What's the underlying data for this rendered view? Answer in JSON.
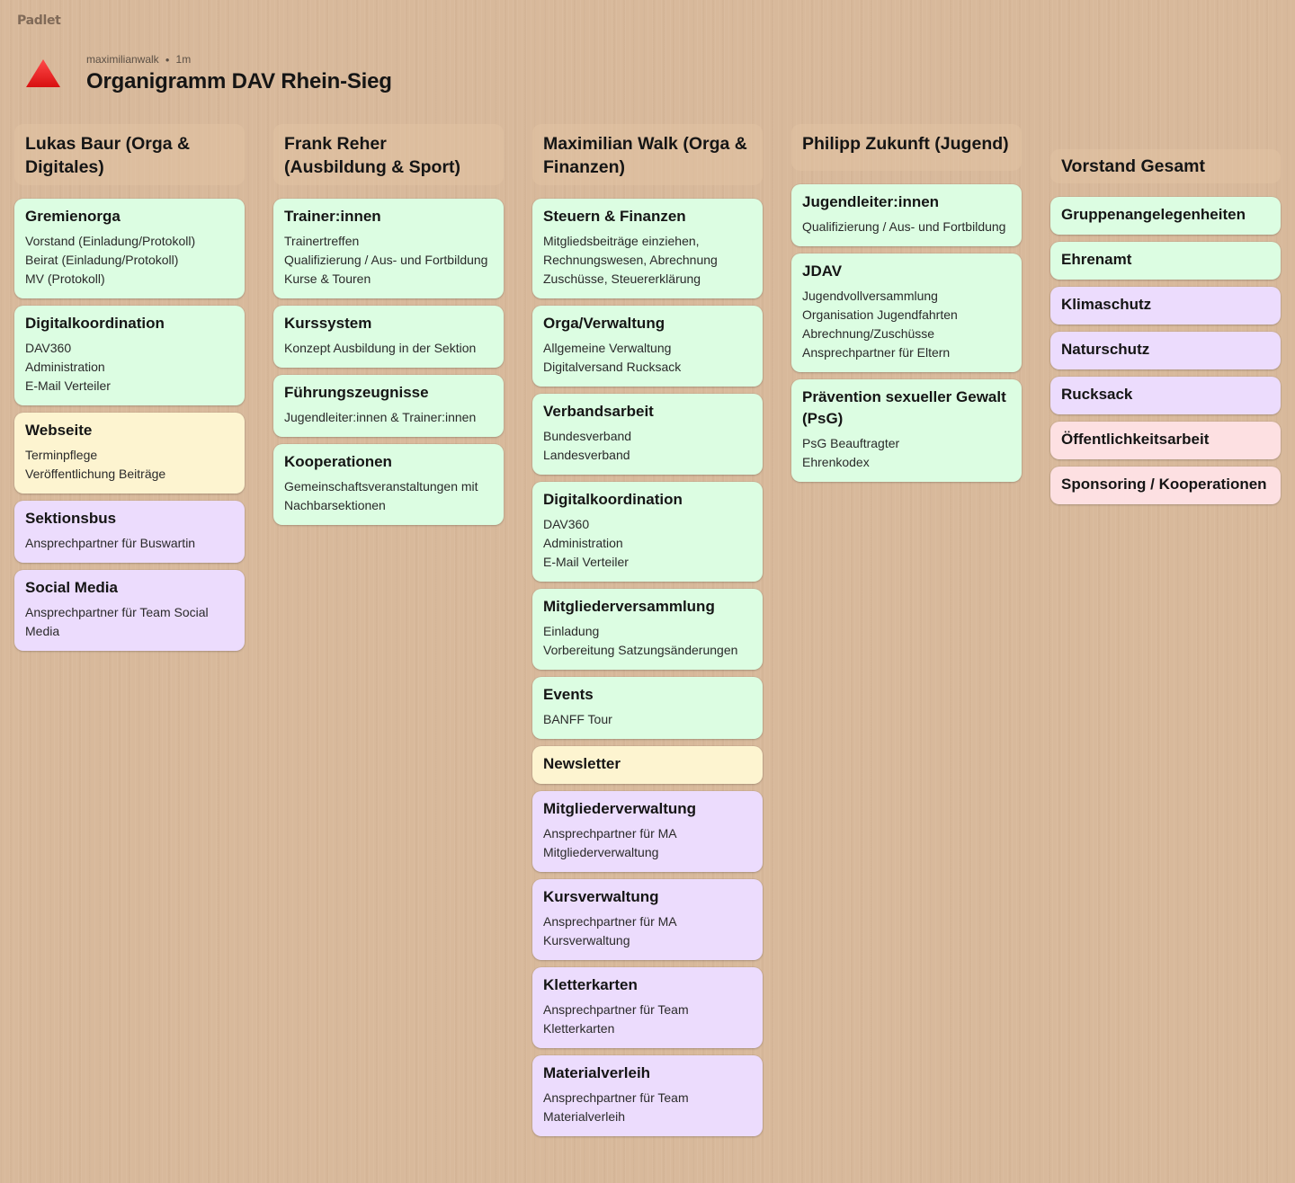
{
  "brand": "Padlet",
  "header": {
    "author": "maximilianwalk",
    "time": "1m",
    "title": "Organigramm DAV Rhein-Sieg"
  },
  "colors": {
    "green": "#dcfde2",
    "yellow": "#fdf4d0",
    "purple": "#ecdcfd",
    "pink": "#fde0e2",
    "background": "#d8b99b"
  },
  "columns": [
    {
      "title": "Lukas Baur (Orga & Digitales)",
      "cards": [
        {
          "title": "Gremienorga",
          "lines": [
            "Vorstand (Einladung/Protokoll)",
            "Beirat (Einladung/Protokoll)",
            "MV (Protokoll)"
          ]
        },
        {
          "title": "Digitalkoordination",
          "lines": [
            "DAV360",
            "Administration",
            "E-Mail Verteiler"
          ]
        },
        {
          "title": "Webseite",
          "lines": [
            "Terminpflege",
            "Veröffentlichung Beiträge"
          ]
        },
        {
          "title": "Sektionsbus",
          "lines": [
            "Ansprechpartner für Buswartin"
          ]
        },
        {
          "title": "Social Media",
          "lines": [
            "Ansprechpartner für Team Social Media"
          ]
        }
      ]
    },
    {
      "title": "Frank Reher (Ausbildung & Sport)",
      "cards": [
        {
          "title": "Trainer:innen",
          "lines": [
            "Trainertreffen",
            "Qualifizierung / Aus- und Fortbildung",
            "Kurse & Touren"
          ]
        },
        {
          "title": "Kurssystem",
          "lines": [
            "Konzept Ausbildung in der Sektion"
          ]
        },
        {
          "title": "Führungszeugnisse",
          "lines": [
            "Jugendleiter:innen & Trainer:innen"
          ]
        },
        {
          "title": "Kooperationen",
          "lines": [
            "Gemeinschaftsveranstaltungen mit Nachbarsektionen"
          ]
        }
      ]
    },
    {
      "title": "Maximilian Walk (Orga & Finanzen)",
      "cards": [
        {
          "title": "Steuern & Finanzen",
          "lines": [
            "Mitgliedsbeiträge einziehen, Rechnungswesen, Abrechnung Zuschüsse, Steuererklärung"
          ]
        },
        {
          "title": "Orga/Verwaltung",
          "lines": [
            "Allgemeine Verwaltung",
            "Digitalversand Rucksack"
          ]
        },
        {
          "title": "Verbandsarbeit",
          "lines": [
            "Bundesverband",
            "Landesverband"
          ]
        },
        {
          "title": "Digitalkoordination",
          "lines": [
            "DAV360",
            "Administration",
            "E-Mail Verteiler"
          ]
        },
        {
          "title": "Mitgliederversammlung",
          "lines": [
            "Einladung",
            "Vorbereitung Satzungsänderungen"
          ]
        },
        {
          "title": "Events",
          "lines": [
            "BANFF Tour"
          ]
        },
        {
          "title": "Newsletter",
          "lines": []
        },
        {
          "title": "Mitgliederverwaltung",
          "lines": [
            "Ansprechpartner für MA Mitgliederverwaltung"
          ]
        },
        {
          "title": "Kursverwaltung",
          "lines": [
            "Ansprechpartner für MA Kursverwaltung"
          ]
        },
        {
          "title": "Kletterkarten",
          "lines": [
            "Ansprechpartner für Team Kletterkarten"
          ]
        },
        {
          "title": "Materialverleih",
          "lines": [
            "Ansprechpartner für Team Materialverleih"
          ]
        }
      ]
    },
    {
      "title": "Philipp Zukunft (Jugend)",
      "cards": [
        {
          "title": "Jugendleiter:innen",
          "lines": [
            "Qualifizierung / Aus- und Fortbildung"
          ]
        },
        {
          "title": "JDAV",
          "lines": [
            "Jugendvollversammlung",
            "Organisation Jugendfahrten",
            "Abrechnung/Zuschüsse",
            "Ansprechpartner für Eltern"
          ]
        },
        {
          "title": "Prävention sexueller Gewalt (PsG)",
          "lines": [
            "PsG Beauftragter",
            "Ehrenkodex"
          ]
        }
      ]
    },
    {
      "title": "Vorstand Gesamt",
      "cards": [
        {
          "title": "Gruppenangelegenheiten",
          "lines": []
        },
        {
          "title": "Ehrenamt",
          "lines": []
        },
        {
          "title": "Klimaschutz",
          "lines": []
        },
        {
          "title": "Naturschutz",
          "lines": []
        },
        {
          "title": "Rucksack",
          "lines": []
        },
        {
          "title": "Öffentlichkeitsarbeit",
          "lines": []
        },
        {
          "title": "Sponsoring / Kooperationen",
          "lines": []
        }
      ]
    }
  ]
}
